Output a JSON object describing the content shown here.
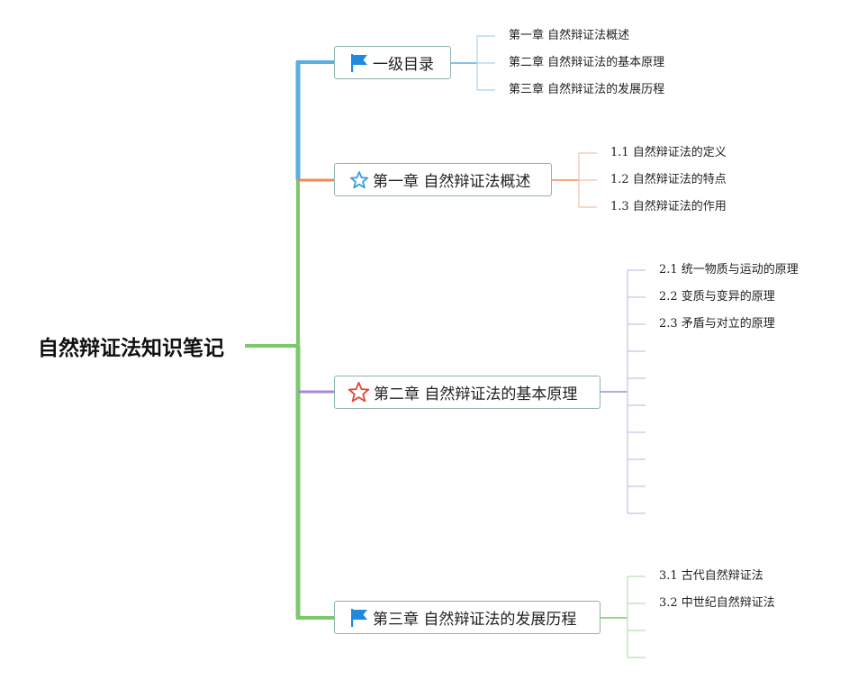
{
  "root": {
    "title": "自然辩证法知识笔记"
  },
  "colors": {
    "blue": "#5aafe0",
    "orange": "#f08a5d",
    "purple": "#a78ad6",
    "green": "#7cc96b",
    "star_blue": "#3a9fd8",
    "star_red": "#e0463a",
    "flag_blue": "#1d8ae0"
  },
  "branches": [
    {
      "label": "一级目录",
      "icon": "flag-icon",
      "children": [
        "第一章 自然辩证法概述",
        "第二章 自然辩证法的基本原理",
        "第三章 自然辩证法的发展历程"
      ]
    },
    {
      "label": "第一章 自然辩证法概述",
      "icon": "star-outline-blue-icon",
      "children": [
        "1.1 自然辩证法的定义",
        "1.2 自然辩证法的特点",
        "1.3 自然辩证法的作用"
      ]
    },
    {
      "label": "第二章 自然辩证法的基本原理",
      "icon": "star-outline-red-icon",
      "children": [
        "2.1 统一物质与运动的原理",
        "2.2 变质与变异的原理",
        "2.3 矛盾与对立的原理",
        "",
        "",
        "",
        "",
        "",
        "",
        ""
      ]
    },
    {
      "label": "第三章 自然辩证法的发展历程",
      "icon": "flag-icon",
      "children": [
        "3.1 古代自然辩证法",
        "3.2 中世纪自然辩证法",
        "",
        ""
      ]
    }
  ]
}
